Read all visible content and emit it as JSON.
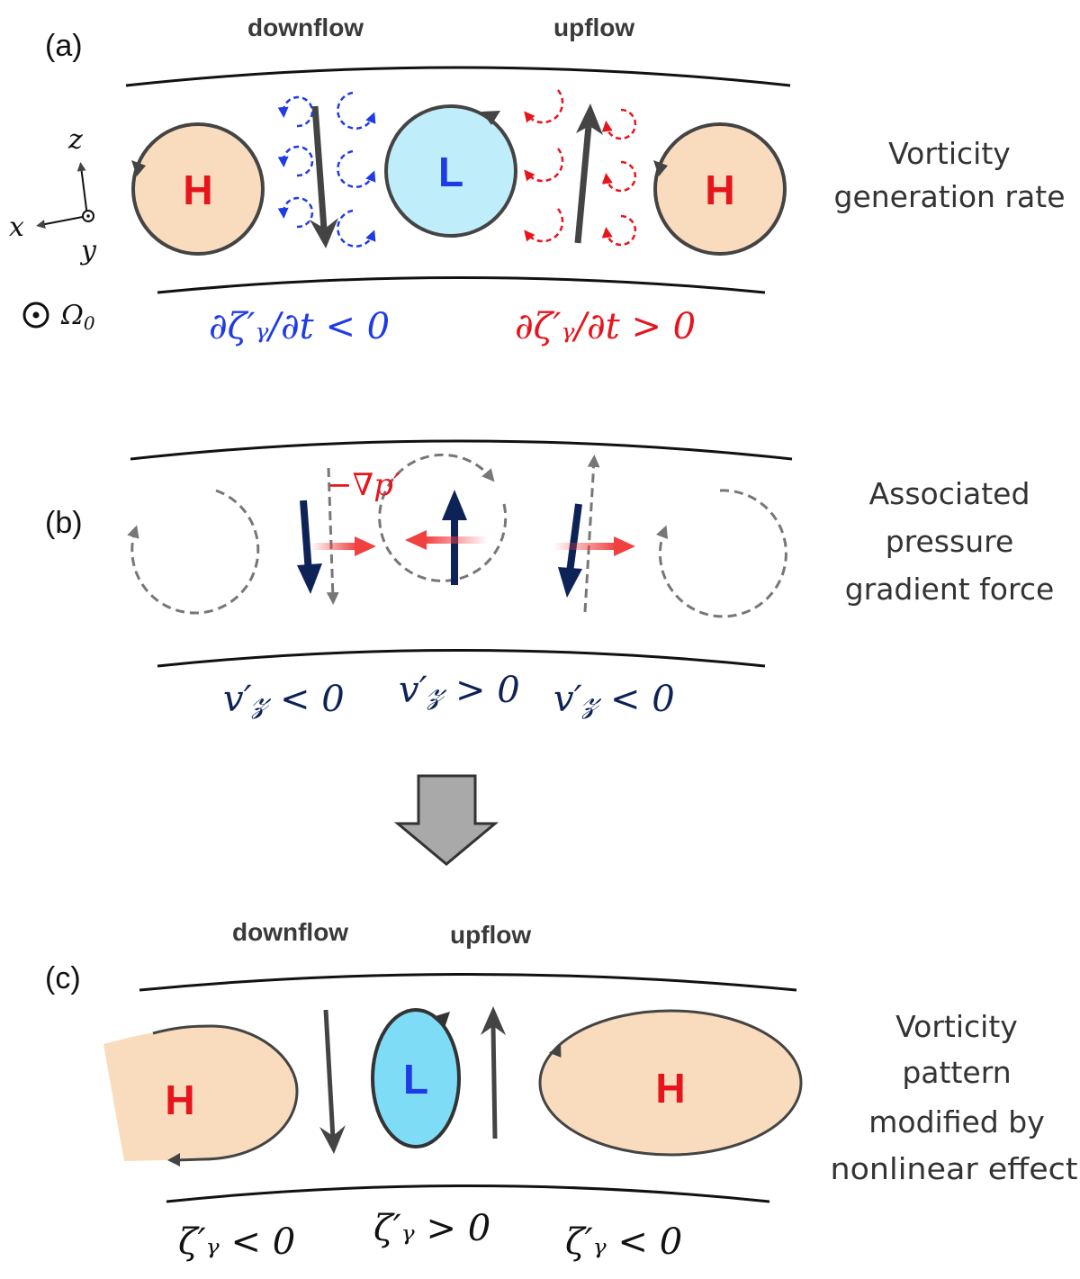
{
  "panel_a": {
    "label": "(a)",
    "downflow": "downflow",
    "upflow": "upflow",
    "left_blob": "H",
    "center_blob": "L",
    "right_blob": "H",
    "side_line1": "Vorticity",
    "side_line2": "generation rate",
    "axis_z": "z",
    "axis_x": "x",
    "axis_y": "y",
    "omega": "Ω",
    "omega_sub": "0",
    "eq_left": "∂ζ′ᵧ/∂t < 0",
    "eq_right": "∂ζ′ᵧ/∂t > 0"
  },
  "panel_b": {
    "label": "(b)",
    "grad_label": "−∇p′",
    "side_line1": "Associated",
    "side_line2": "pressure",
    "side_line3": "gradient force",
    "eq_left": "v′𝓏 < 0",
    "eq_mid": "v′𝓏 > 0",
    "eq_right": "v′𝓏 < 0"
  },
  "panel_c": {
    "label": "(c)",
    "downflow": "downflow",
    "upflow": "upflow",
    "left_blob": "H",
    "center_blob": "L",
    "right_blob": "H",
    "side_line1": "Vorticity",
    "side_line2": "pattern",
    "side_line3": "modified by",
    "side_line4": "nonlinear effect",
    "eq_left": "ζ′ᵧ < 0",
    "eq_mid": "ζ′ᵧ > 0",
    "eq_right": "ζ′ᵧ < 0"
  },
  "colors": {
    "high": "#f9dcbd",
    "low_a": "#bfeefa",
    "low_c": "#7fdcf7",
    "red": "#e8141c",
    "blue": "#1f3be6",
    "navy": "#0d2257",
    "gray": "#444444"
  }
}
